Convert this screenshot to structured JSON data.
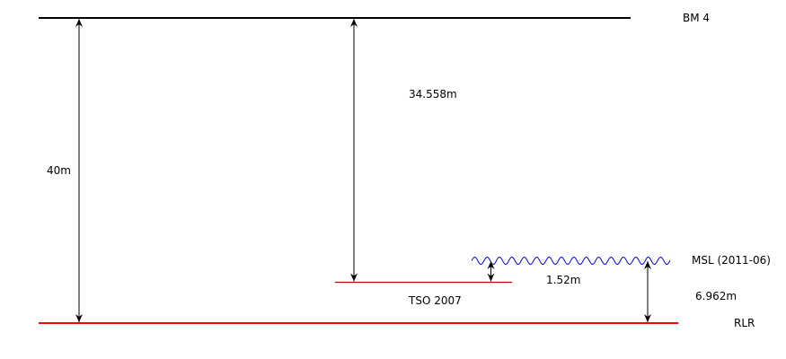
{
  "levels": {
    "bm4": {
      "label": "BM 4",
      "color": "#000000"
    },
    "tso2007": {
      "label": "TSO 2007",
      "color": "#cc0000"
    },
    "msl": {
      "label": "MSL (2011-06)",
      "color": "#0000ff"
    },
    "rlr": {
      "label": "RLR",
      "color": "#ff0000"
    }
  },
  "measurements": {
    "bm4_to_rlr": "40m",
    "bm4_to_tso": "34.558m",
    "tso_to_msl": "1.52m",
    "msl_to_rlr": "6.962m"
  }
}
